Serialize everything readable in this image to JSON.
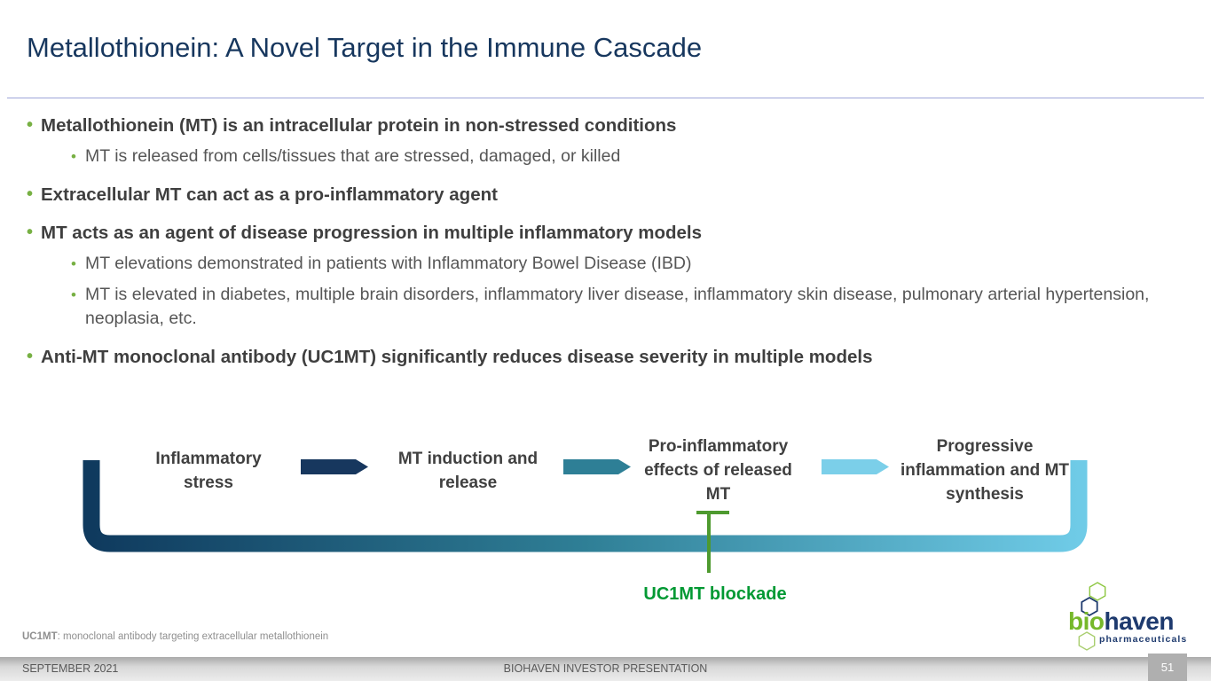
{
  "slide": {
    "title": "Metallothionein: A Novel Target in the Immune Cascade",
    "bullets": [
      {
        "level": 1,
        "text": "Metallothionein (MT) is an intracellular protein in non-stressed conditions"
      },
      {
        "level": 2,
        "text": "MT is released from cells/tissues that are stressed, damaged, or killed"
      },
      {
        "level": 1,
        "text": "Extracellular MT can act as a pro-inflammatory agent"
      },
      {
        "level": 1,
        "text": "MT acts as an agent of disease progression in multiple inflammatory models"
      },
      {
        "level": 2,
        "text": "MT elevations demonstrated in patients with Inflammatory Bowel Disease (IBD)"
      },
      {
        "level": 2,
        "text": "MT is elevated in diabetes, multiple brain disorders, inflammatory liver disease, inflammatory skin disease, pulmonary arterial hypertension, neoplasia, etc."
      },
      {
        "level": 1,
        "text": "Anti-MT monoclonal antibody (UC1MT) significantly reduces disease severity in multiple models"
      }
    ],
    "diagram": {
      "stages": [
        {
          "label": "Inflammatory stress"
        },
        {
          "label": "MT induction and release"
        },
        {
          "label": "Pro-inflammatory effects of released MT"
        },
        {
          "label": "Progressive inflammation and MT synthesis"
        }
      ],
      "arrow_colors": [
        "#17375E",
        "#2E7F96",
        "#7BCFE9"
      ],
      "loop_gradient": [
        "#0F3A5E",
        "#2F7F96",
        "#6FCBE7"
      ],
      "blockade_color": "#4E9A2F",
      "blockade_label": "UC1MT blockade",
      "blockade_label_color": "#009933"
    },
    "footnote": {
      "term": "UC1MT",
      "definition": ": monoclonal antibody targeting extracellular metallothionein"
    },
    "footer": {
      "date": "SEPTEMBER 2021",
      "center": "BIOHAVEN INVESTOR PRESENTATION",
      "page": "51"
    },
    "logo": {
      "bio": "bio",
      "haven": "haven",
      "sub": "pharmaceuticals",
      "green": "#76B82A",
      "navy": "#1E3A6E"
    },
    "colors": {
      "title": "#17375E",
      "bullet_dot": "#77B043",
      "body_text": "#3F3F3F",
      "divider": "#9EA6D9"
    }
  }
}
